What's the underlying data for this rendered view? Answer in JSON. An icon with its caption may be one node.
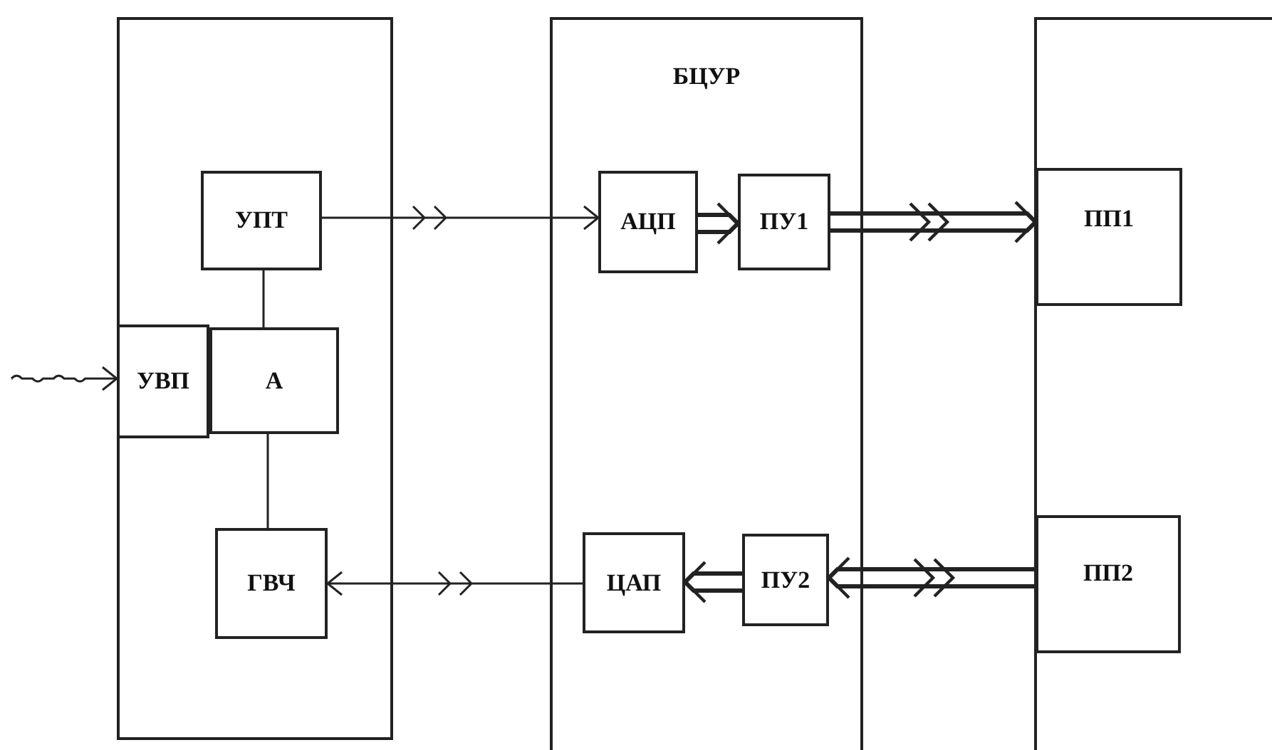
{
  "diagram": {
    "nodes": [
      {
        "text": [],
        "shape": "box"
      },
      {
        "text": [
          "УПТ"
        ],
        "in": 0
      },
      {
        "text": [
          "УВП"
        ],
        "in": 0
      },
      {
        "text": [
          "А"
        ],
        "in": 0
      },
      {
        "text": [
          "ГВЧ"
        ],
        "in": 0
      },
      {
        "text": [
          "БЦУР"
        ]
      },
      {
        "text": [
          "АЦП"
        ],
        "in": 5
      },
      {
        "text": [
          "ПУ1"
        ],
        "in": 5
      },
      {
        "text": [
          "ЦАП"
        ],
        "in": 5
      },
      {
        "text": [
          "ПУ2"
        ],
        "in": 5
      },
      {
        "text": [],
        "shape": "box"
      },
      {
        "text": [
          "ПП1"
        ],
        "in": 10
      },
      {
        "text": [
          "ПП2"
        ],
        "in": 10
      }
    ],
    "edges": [
      {
        "from": null,
        "to": 2,
        "arrow": "to"
      },
      {
        "from": 1,
        "to": 6,
        "arrow": "to"
      },
      {
        "from": 6,
        "to": 7,
        "arrow": "to",
        "style": "thick"
      },
      {
        "from": 7,
        "to": 11,
        "arrow": "to",
        "style": "thick"
      },
      {
        "from": 1,
        "to": 3,
        "arrow": "none"
      },
      {
        "from": 3,
        "to": 4,
        "arrow": "none"
      },
      {
        "from": 8,
        "to": 4,
        "arrow": "to"
      },
      {
        "from": 9,
        "to": 8,
        "arrow": "to",
        "style": "thick"
      },
      {
        "from": 12,
        "to": 9,
        "arrow": "to",
        "style": "thick"
      }
    ]
  }
}
